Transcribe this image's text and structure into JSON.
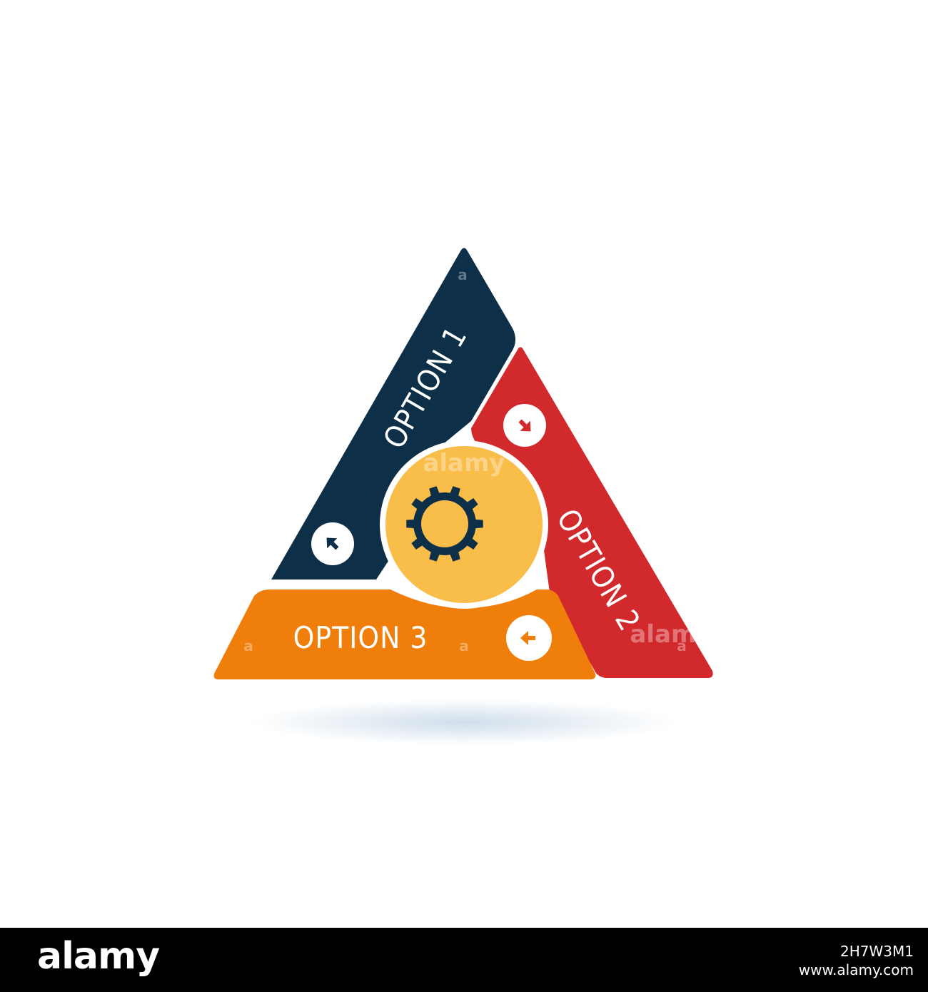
{
  "options": [
    {
      "label": "OPTION 1",
      "color": "#0d2f48"
    },
    {
      "label": "OPTION 2",
      "color": "#d2292d"
    },
    {
      "label": "OPTION 3",
      "color": "#f07e0b"
    }
  ],
  "center": {
    "icon": "gear-icon",
    "fill": "#f9bd4a",
    "gear_color": "#0d2f48"
  },
  "watermark": {
    "brand": "alamy",
    "mark": "a"
  },
  "footer": {
    "brand": "alamy",
    "image_id": "2H7W3M1",
    "site": "www.alamy.com"
  }
}
